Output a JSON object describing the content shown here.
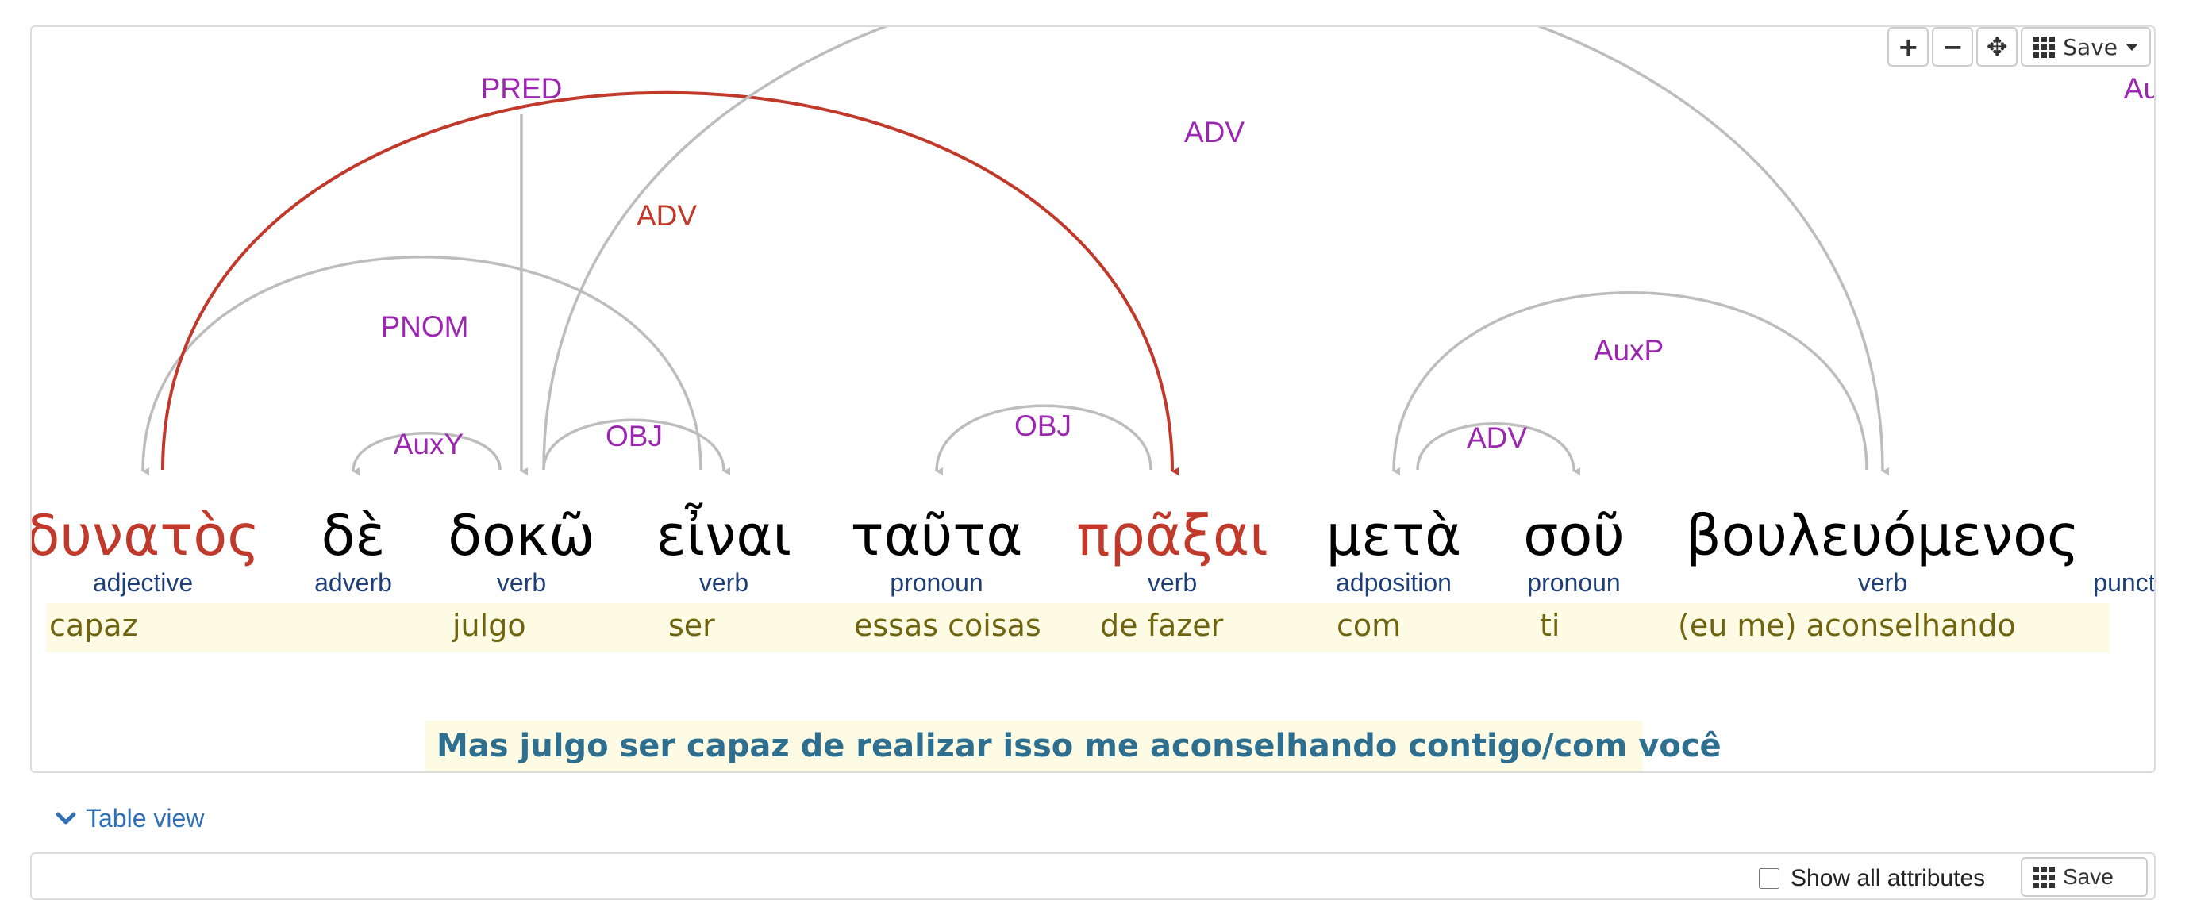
{
  "toolbar": {
    "zoom_in_label": "+",
    "zoom_out_label": "−",
    "move_label": "✥",
    "save_label": "Save"
  },
  "tree": {
    "words": [
      {
        "form": "δυνατὸς",
        "pos": "adjective",
        "gloss": "capaz",
        "highlight": true
      },
      {
        "form": "δὲ",
        "pos": "adverb",
        "gloss": "",
        "highlight": false
      },
      {
        "form": "δοκῶ",
        "pos": "verb",
        "gloss": "julgo",
        "highlight": false
      },
      {
        "form": "εἶναι",
        "pos": "verb",
        "gloss": "ser",
        "highlight": false
      },
      {
        "form": "ταῦτα",
        "pos": "pronoun",
        "gloss": "essas coisas",
        "highlight": false
      },
      {
        "form": "πρᾶξαι",
        "pos": "verb",
        "gloss": "de fazer",
        "highlight": true
      },
      {
        "form": "μετὰ",
        "pos": "adposition",
        "gloss": "com",
        "highlight": false
      },
      {
        "form": "σοῦ",
        "pos": "pronoun",
        "gloss": "ti",
        "highlight": false
      },
      {
        "form": "βουλευόμενος",
        "pos": "verb",
        "gloss": "(eu me) aconselhando",
        "highlight": false
      },
      {
        "form": ".",
        "pos": "punctuation",
        "gloss": "",
        "highlight": false
      }
    ],
    "relations": [
      {
        "label": "PRED",
        "head": "root",
        "dependent": 2,
        "highlight": false
      },
      {
        "label": "PNOM",
        "head": 3,
        "dependent": 0,
        "highlight": false
      },
      {
        "label": "AuxY",
        "head": 2,
        "dependent": 1,
        "highlight": false
      },
      {
        "label": "OBJ",
        "head": 2,
        "dependent": 3,
        "highlight": false
      },
      {
        "label": "ADV",
        "head": 0,
        "dependent": 5,
        "highlight": true
      },
      {
        "label": "OBJ",
        "head": 5,
        "dependent": 4,
        "highlight": false
      },
      {
        "label": "ADV",
        "head": 2,
        "dependent": 8,
        "highlight": false
      },
      {
        "label": "AuxP",
        "head": 8,
        "dependent": 6,
        "highlight": false
      },
      {
        "label": "ADV",
        "head": 6,
        "dependent": 7,
        "highlight": false
      },
      {
        "label": "AuxK",
        "head": "root",
        "dependent": 9,
        "highlight": false
      }
    ]
  },
  "translation": "Mas julgo ser capaz de realizar isso me aconselhando contigo/com você",
  "table_view": {
    "label": "Table view",
    "show_all_attributes_label": "Show all attributes",
    "save_label": "Save"
  },
  "colors": {
    "relation_label": "#9b27b0",
    "highlight": "#c0392b",
    "arc": "#bdbdbd",
    "pos": "#1f3f78",
    "gloss": "#6f6410",
    "gloss_bg": "#fdfbe3",
    "translation": "#2e6e8e",
    "link": "#2e6fb5"
  }
}
